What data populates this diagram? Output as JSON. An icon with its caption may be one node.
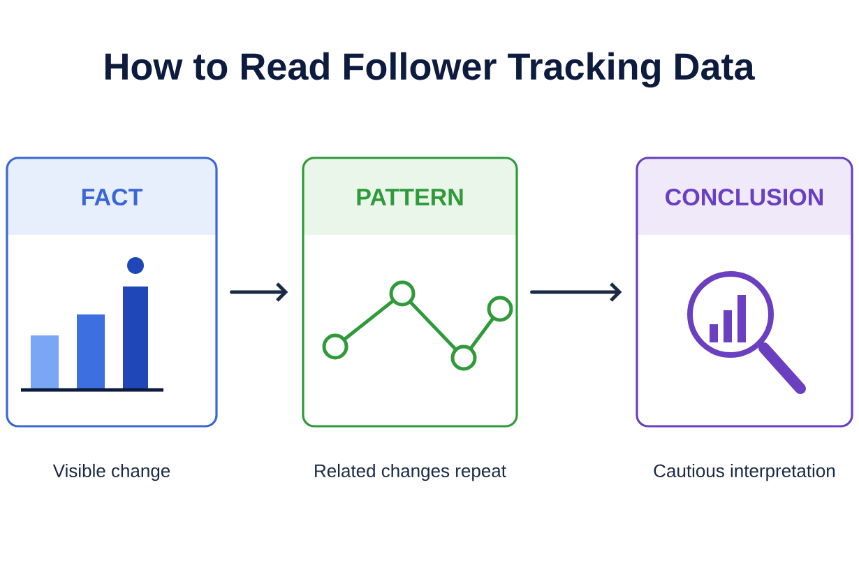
{
  "diagram": {
    "title": "How to Read Follower Tracking Data",
    "nodes": [
      {
        "text": [
          "FACT"
        ],
        "beside": [
          "Visible change"
        ]
      },
      {
        "text": [
          "PATTERN"
        ],
        "beside": [
          "Related changes repeat"
        ]
      },
      {
        "text": [
          "CONCLUSION"
        ],
        "beside": [
          "Cautious interpretation"
        ]
      }
    ],
    "edges": [
      {
        "from": 0,
        "to": 1,
        "arrow": "to"
      },
      {
        "from": 1,
        "to": 2,
        "arrow": "to"
      }
    ]
  }
}
